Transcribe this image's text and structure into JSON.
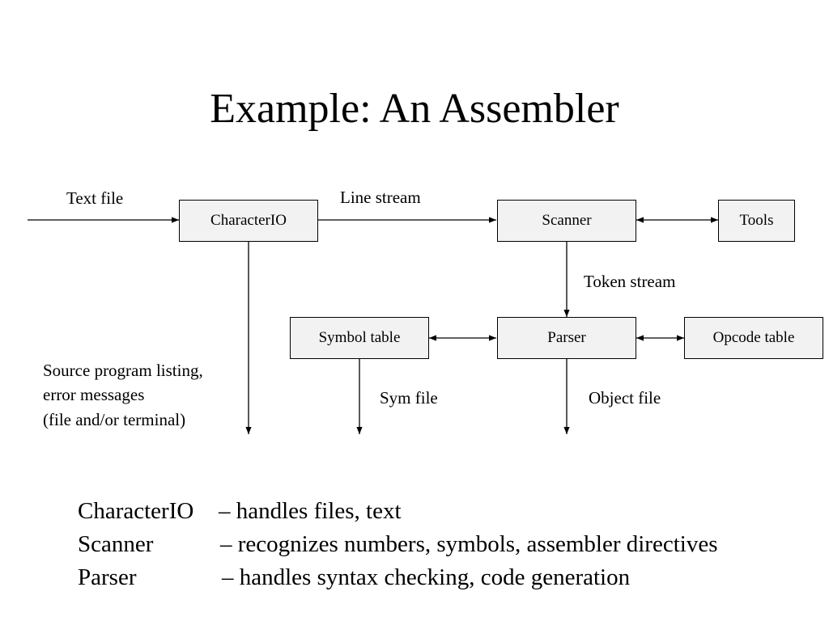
{
  "title": "Example: An Assembler",
  "components": {
    "characterio": "CharacterIO",
    "scanner": "Scanner",
    "tools": "Tools",
    "symbol_table": "Symbol table",
    "parser": "Parser",
    "opcode_table": "Opcode table"
  },
  "flows": {
    "text_file": "Text file",
    "line_stream": "Line stream",
    "token_stream": "Token stream",
    "listing": [
      "Source program listing,",
      "error messages",
      "(file and/or terminal)"
    ],
    "sym_file": "Sym file",
    "object_file": "Object file"
  },
  "descriptions": [
    {
      "name": "CharacterIO",
      "text": "– handles files, text"
    },
    {
      "name": "Scanner",
      "text": "– recognizes numbers, symbols, assembler directives"
    },
    {
      "name": "Parser",
      "text": "– handles syntax checking, code generation"
    }
  ]
}
